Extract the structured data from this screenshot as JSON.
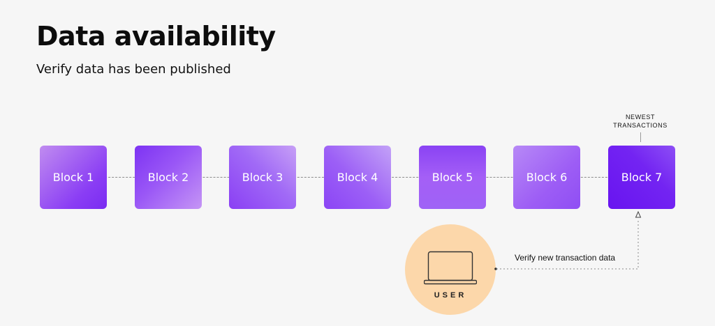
{
  "header": {
    "title": "Data availability",
    "subtitle": "Verify data has been published"
  },
  "chain": {
    "blocks": [
      {
        "label": "Block 1"
      },
      {
        "label": "Block 2"
      },
      {
        "label": "Block 3"
      },
      {
        "label": "Block 4"
      },
      {
        "label": "Block 5"
      },
      {
        "label": "Block 6"
      },
      {
        "label": "Block 7"
      }
    ],
    "newest_label": "NEWEST\nTRANSACTIONS"
  },
  "user": {
    "label": "USER",
    "icon": "laptop-icon"
  },
  "connector": {
    "label": "Verify new transaction data"
  },
  "colors": {
    "background": "#f6f6f6",
    "block_purple": "#8a3df4",
    "block_newest": "#6814f0",
    "user_circle": "#fcd7aa"
  }
}
